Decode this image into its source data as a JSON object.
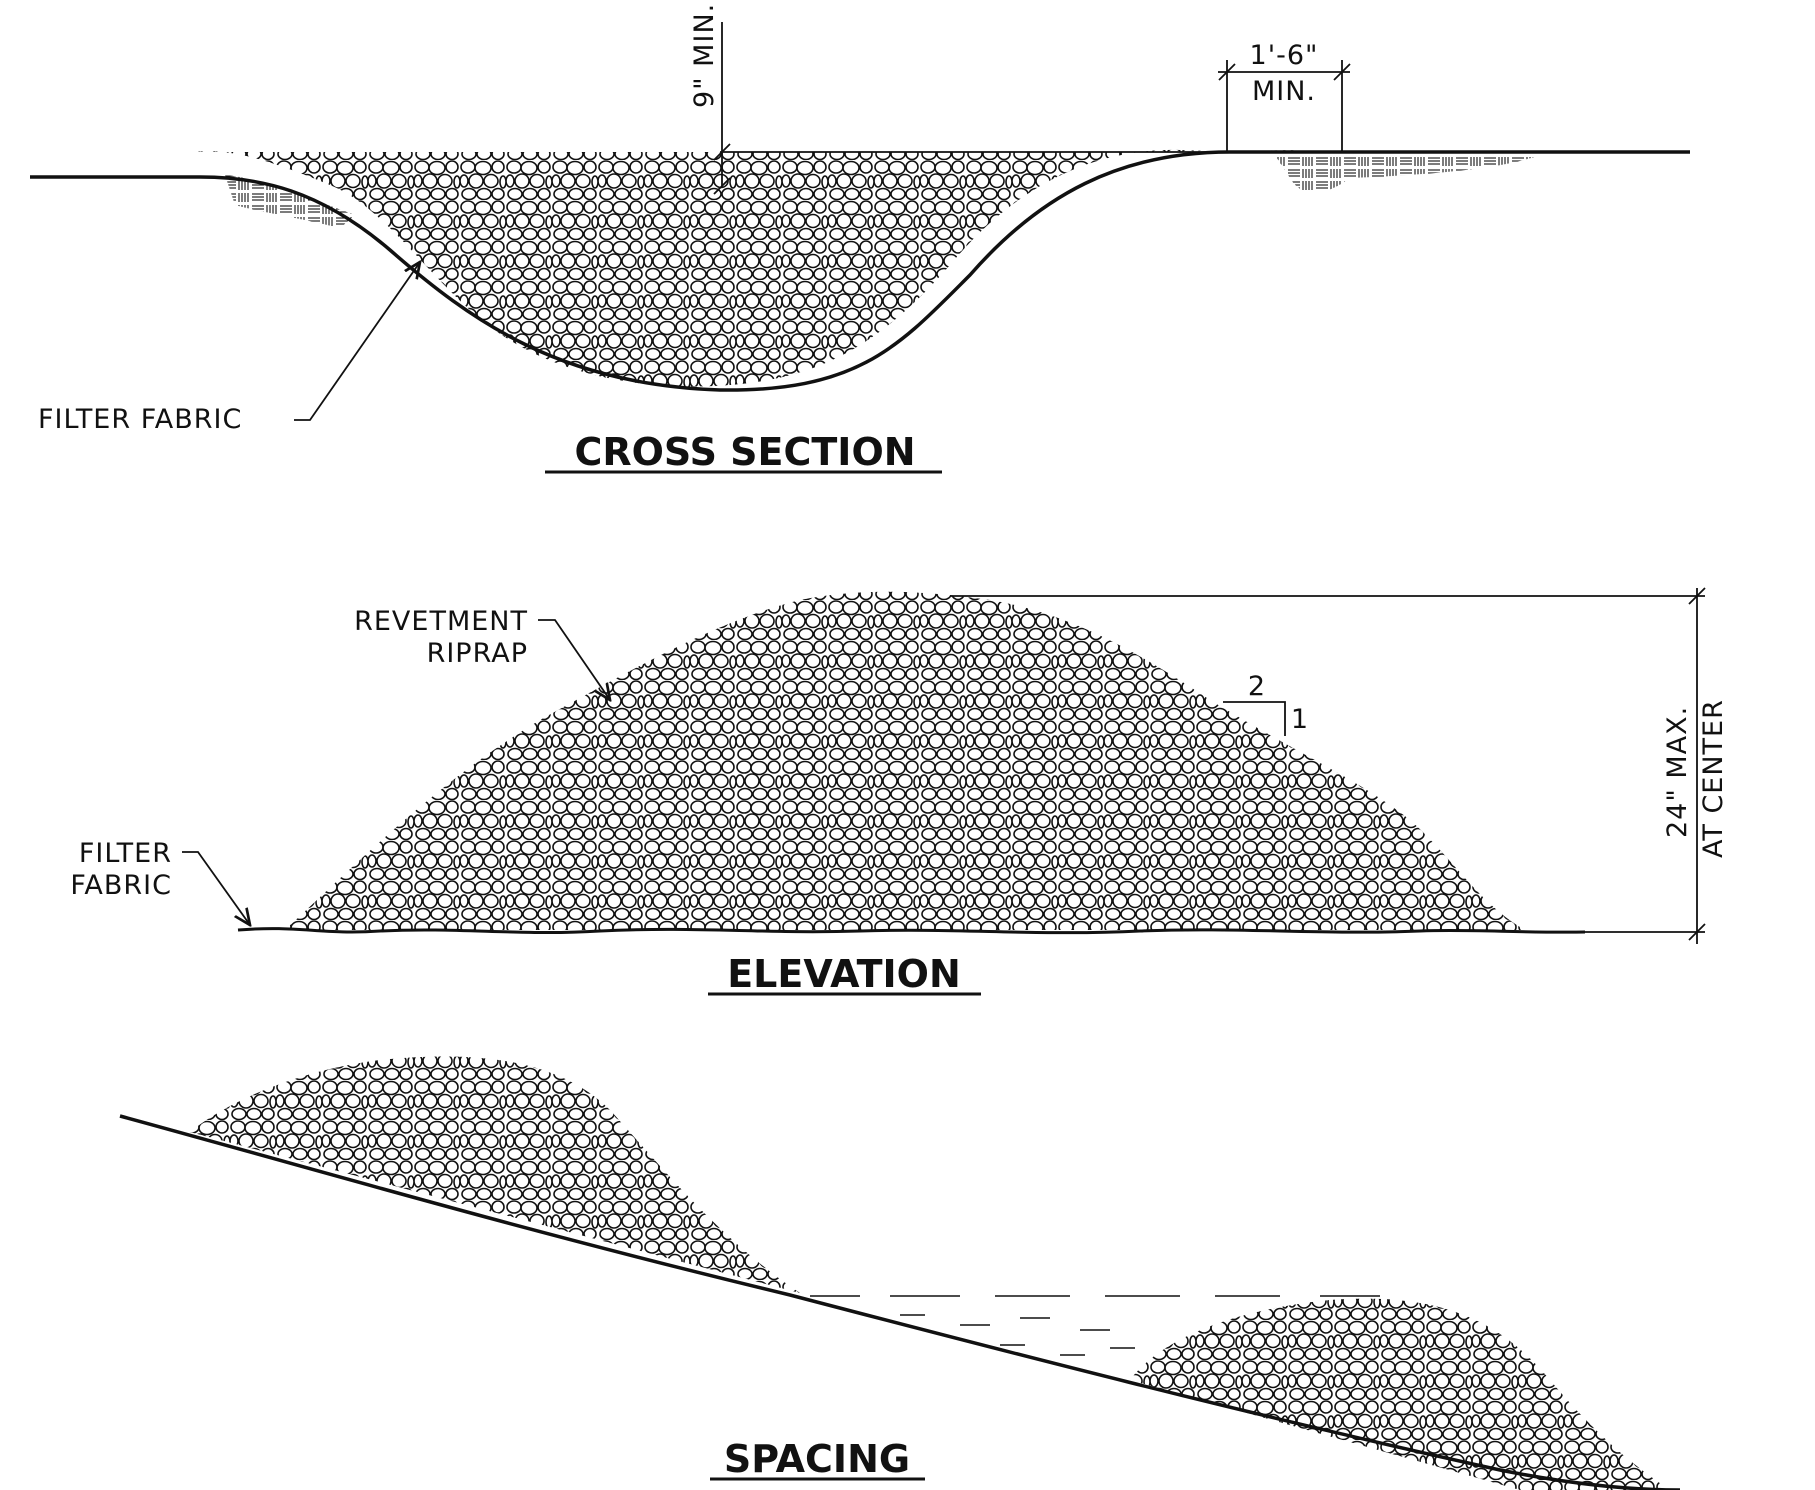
{
  "cross_section": {
    "title": "CROSS SECTION",
    "dim_depth": "9\" MIN.",
    "dim_width_line1": "1'-6\"",
    "dim_width_line2": "MIN.",
    "label_fabric": "FILTER FABRIC"
  },
  "elevation": {
    "title": "ELEVATION",
    "label_riprap_line1": "REVETMENT",
    "label_riprap_line2": "RIPRAP",
    "label_fabric_line1": "FILTER",
    "label_fabric_line2": "FABRIC",
    "slope_run": "2",
    "slope_rise": "1",
    "dim_height_line1": "24\" MAX.",
    "dim_height_line2": "AT CENTER"
  },
  "spacing": {
    "title": "SPACING"
  },
  "colors": {
    "ink": "#111111",
    "paper": "#ffffff",
    "speckle": "#d9d9d9"
  }
}
